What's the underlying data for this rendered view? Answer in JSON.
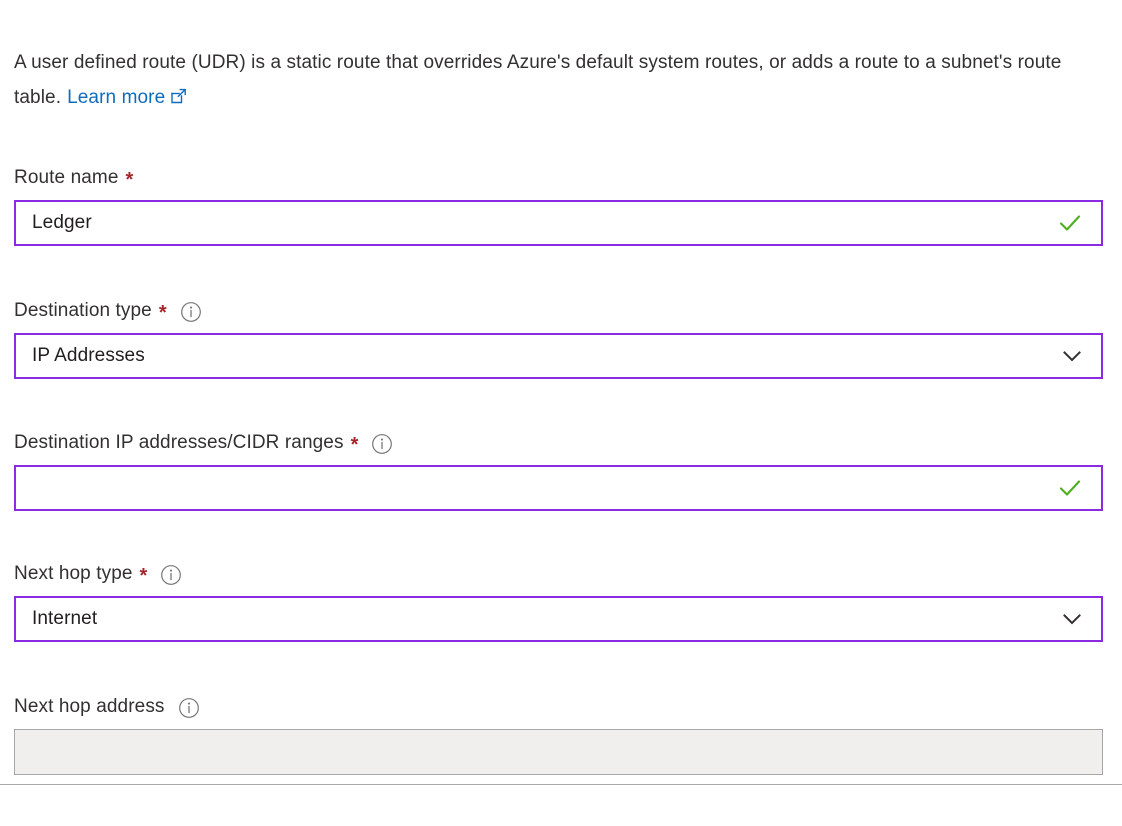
{
  "intro": {
    "text_before_link": "A user defined route (UDR) is a static route that overrides Azure's default system routes, or adds a route to a subnet's route table.",
    "link_label": "Learn more",
    "link_icon": "external-link-icon",
    "link_color": "#0f6cbd"
  },
  "colors": {
    "required_asterisk": "#a4262c",
    "input_border_active": "#8a2be2",
    "input_border_disabled": "#a6a6a6",
    "input_background_disabled": "#f0efee",
    "valid_check": "#4caf1d",
    "text": "#323130",
    "link": "#0f6cbd"
  },
  "fields": [
    {
      "name": "route-name",
      "label": "Route name",
      "required": true,
      "has_info": false,
      "control_type": "text",
      "value": "Ledger",
      "placeholder": "",
      "state": "valid",
      "trailing_icon": "check-icon",
      "disabled": false
    },
    {
      "name": "destination-type",
      "label": "Destination type",
      "required": true,
      "has_info": true,
      "control_type": "select",
      "value": "IP Addresses",
      "placeholder": "",
      "state": "active",
      "trailing_icon": "chevron-down-icon",
      "disabled": false
    },
    {
      "name": "destination-ip-addresses",
      "label": "Destination IP addresses/CIDR ranges",
      "required": true,
      "has_info": true,
      "control_type": "text",
      "value": "",
      "placeholder": "",
      "state": "valid",
      "trailing_icon": "check-icon",
      "disabled": false
    },
    {
      "name": "next-hop-type",
      "label": "Next hop type",
      "required": true,
      "has_info": true,
      "control_type": "select",
      "value": "Internet",
      "placeholder": "",
      "state": "active",
      "trailing_icon": "chevron-down-icon",
      "disabled": false
    },
    {
      "name": "next-hop-address",
      "label": "Next hop address",
      "required": false,
      "has_info": true,
      "control_type": "text",
      "value": "",
      "placeholder": "",
      "state": "disabled",
      "trailing_icon": "",
      "disabled": true
    }
  ]
}
